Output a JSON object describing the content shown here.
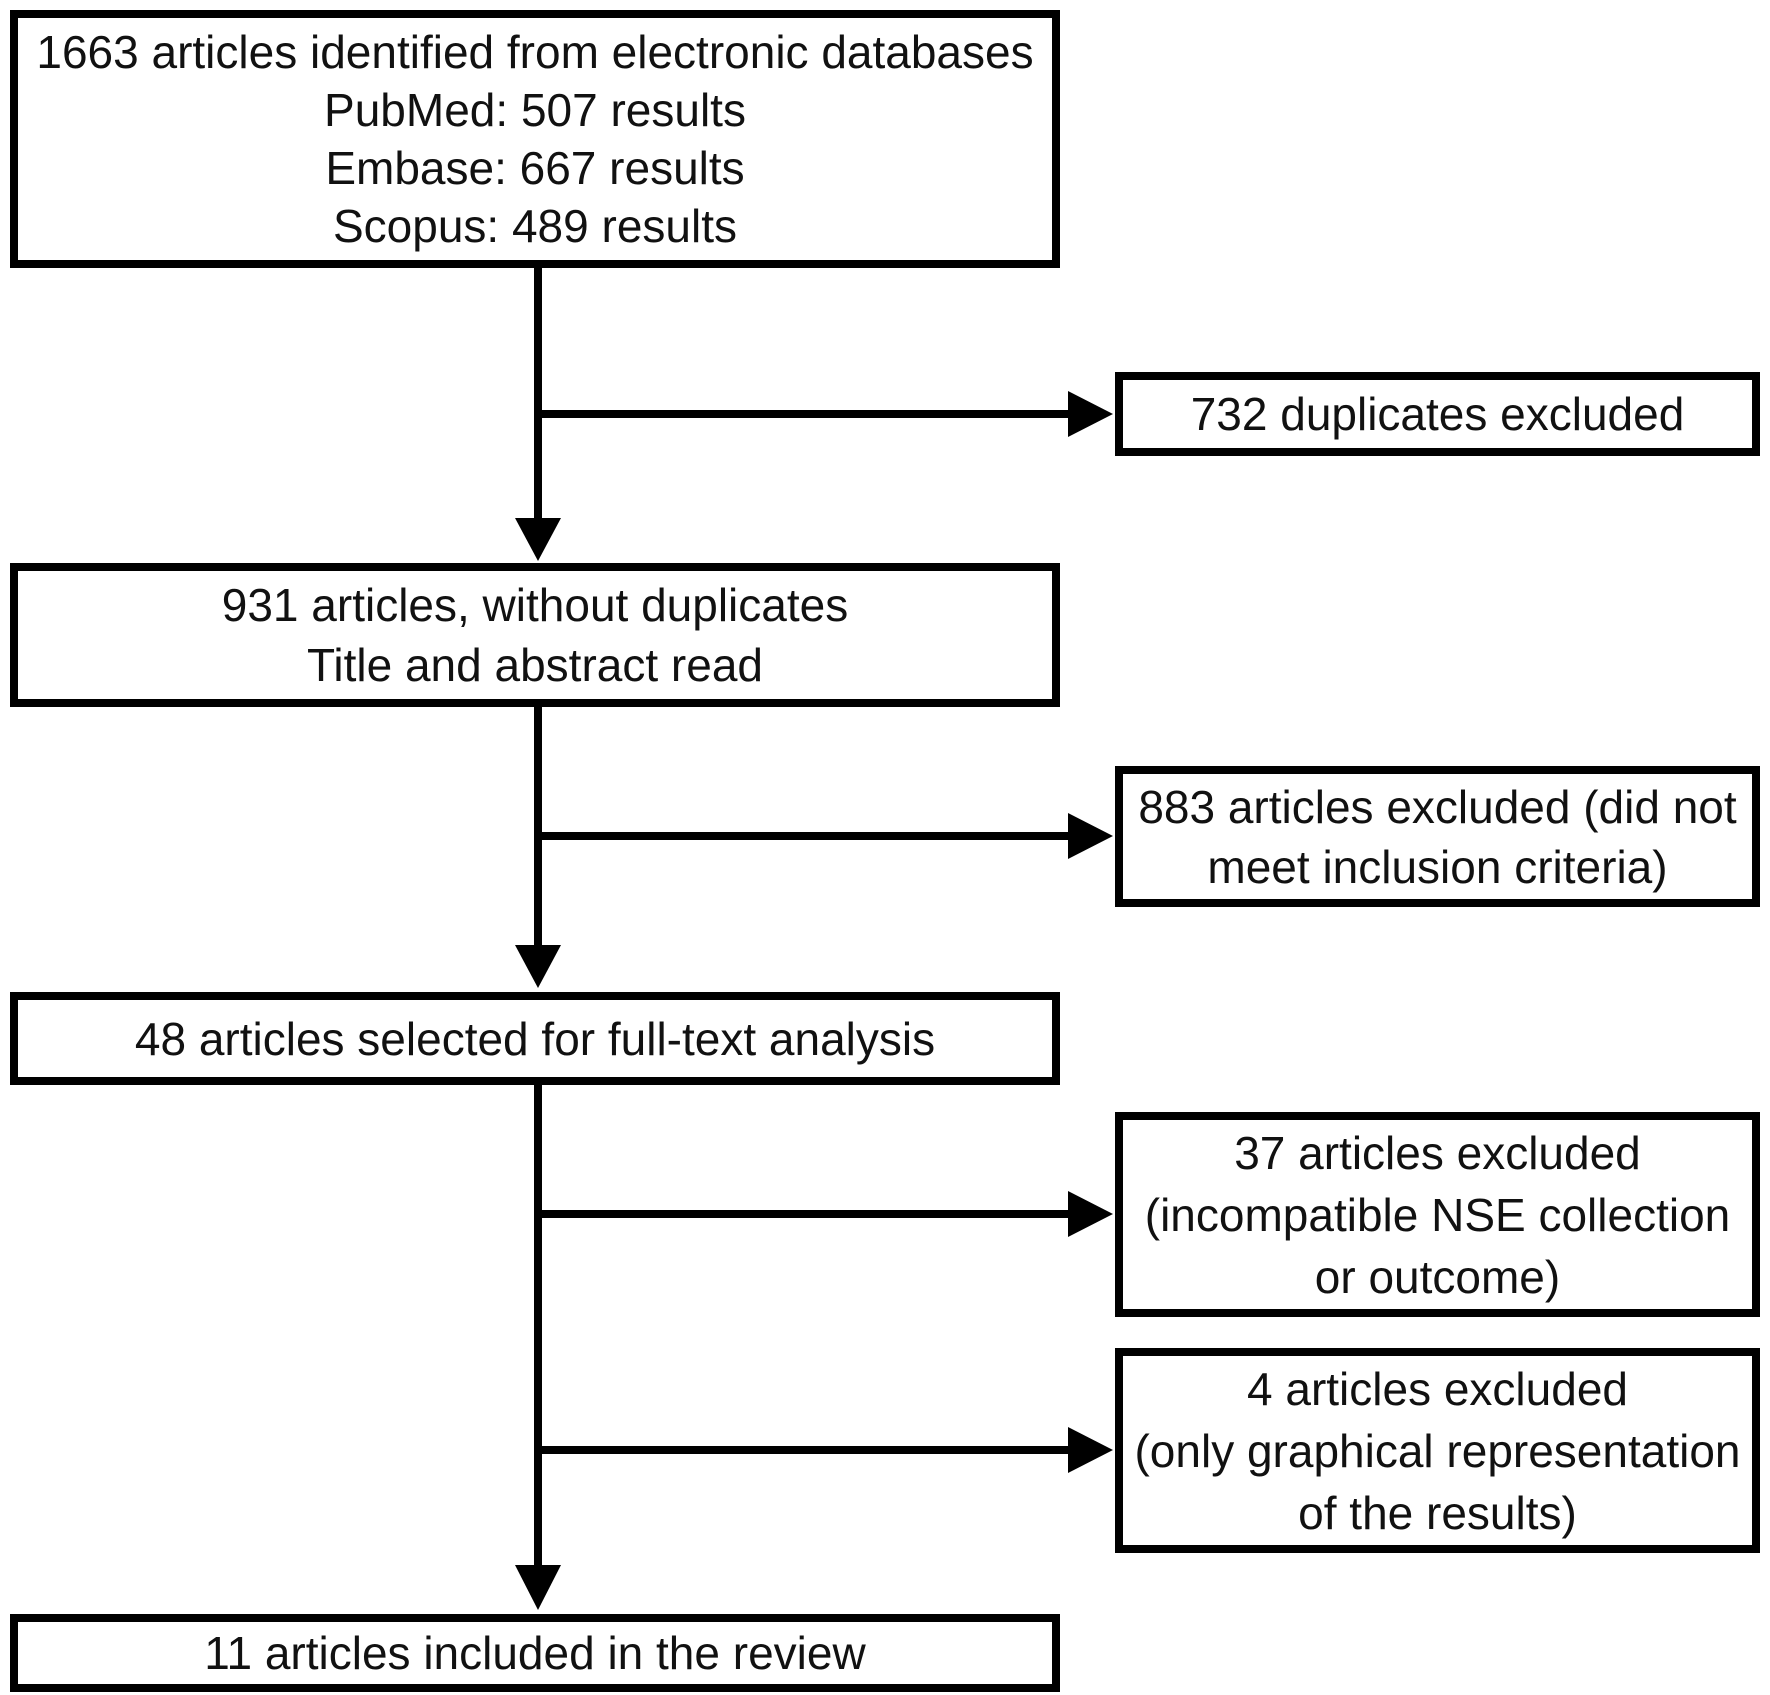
{
  "flow": {
    "type": "flowchart",
    "main_boxes": [
      {
        "id": "articles-identified",
        "lines": [
          "1663 articles identified from electronic databases",
          "PubMed: 507 results",
          "Embase: 667 results",
          "Scopus: 489 results"
        ]
      },
      {
        "id": "without-duplicates",
        "lines": [
          "931 articles, without duplicates",
          "Title and abstract read"
        ]
      },
      {
        "id": "full-text-analysis",
        "lines": [
          "48 articles selected for full-text analysis"
        ]
      },
      {
        "id": "included-in-review",
        "lines": [
          "11 articles included in the review"
        ]
      }
    ],
    "exclusion_boxes": [
      {
        "id": "duplicates-excluded",
        "lines": [
          "732 duplicates excluded"
        ]
      },
      {
        "id": "inclusion-criteria-excluded",
        "lines": [
          "883 articles excluded (did not",
          "meet inclusion criteria)"
        ]
      },
      {
        "id": "nse-excluded",
        "lines": [
          "37 articles excluded",
          "(incompatible NSE collection",
          "or outcome)"
        ]
      },
      {
        "id": "graphical-excluded",
        "lines": [
          "4 articles excluded",
          "(only graphical representation",
          "of the results)"
        ]
      }
    ],
    "colors": {
      "box_border": "#000000",
      "box_fill": "#ffffff",
      "text": "#111111",
      "arrow": "#000000"
    }
  }
}
